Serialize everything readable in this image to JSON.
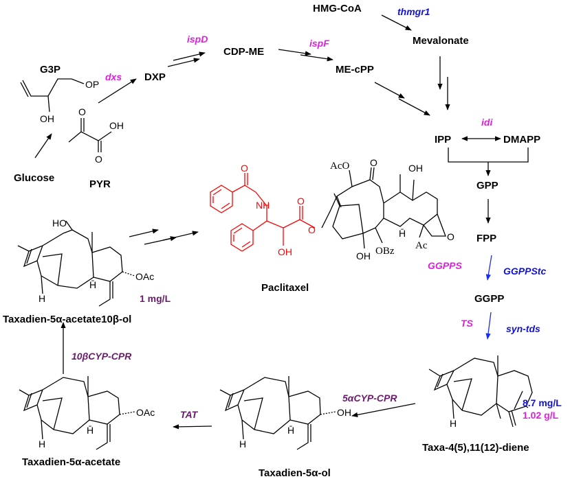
{
  "compounds": {
    "hmg_coa": "HMG-CoA",
    "mevalonate": "Mevalonate",
    "cdp_me": "CDP-ME",
    "me_cpp": "ME-cPP",
    "dxp": "DXP",
    "g3p": "G3P",
    "op": "OP",
    "oh": "OH",
    "pyr_oh": "OH",
    "pyr_o": "O",
    "glucose": "Glucose",
    "pyr": "PYR",
    "ipp": "IPP",
    "dmapp": "DMAPP",
    "gpp": "GPP",
    "fpp": "FPP",
    "ggpp": "GGPP",
    "paclitaxel": "Paclitaxel",
    "taxadiene_acetate_ol": "Taxadien-5α-acetate10β-ol",
    "taxadiene_acetate": "Taxadien-5α-acetate",
    "taxadien_ol": "Taxadien-5α-ol",
    "taxadiene": "Taxa-4(5),11(12)-diene"
  },
  "enzymes": {
    "thmgr1": "thmgr1",
    "isp_d": "ispD",
    "isp_f": "ispF",
    "dxs": "dxs",
    "idi": "idi",
    "ggpps": "GGPPS",
    "ggppstc": "GGPPStc",
    "ts": "TS",
    "syn_tds": "syn-tds",
    "cyp5a": "5αCYP-CPR",
    "tat": "TAT",
    "cyp10b": "10βCYP-CPR"
  },
  "titers": {
    "taxadiene_blue": "8.7 mg/L",
    "taxadiene_magenta": "1.02 g/L",
    "acetate_ol": "1 mg/L"
  },
  "atoms": {
    "ho": "HO",
    "oac": "OAc",
    "oh": "OH",
    "h": "H",
    "h_bar": "H̄",
    "aco": "AcO",
    "o": "O",
    "nh": "NH",
    "obz": "OBz",
    "ac": "Ac"
  },
  "colors": {
    "magenta_enzyme": "#e01ee0",
    "blue_enzyme": "#1010e0",
    "purple_enzyme": "#6a1a6a",
    "side_chain_red": "#ff0000",
    "blue_arrow": "#1a2ee8"
  }
}
